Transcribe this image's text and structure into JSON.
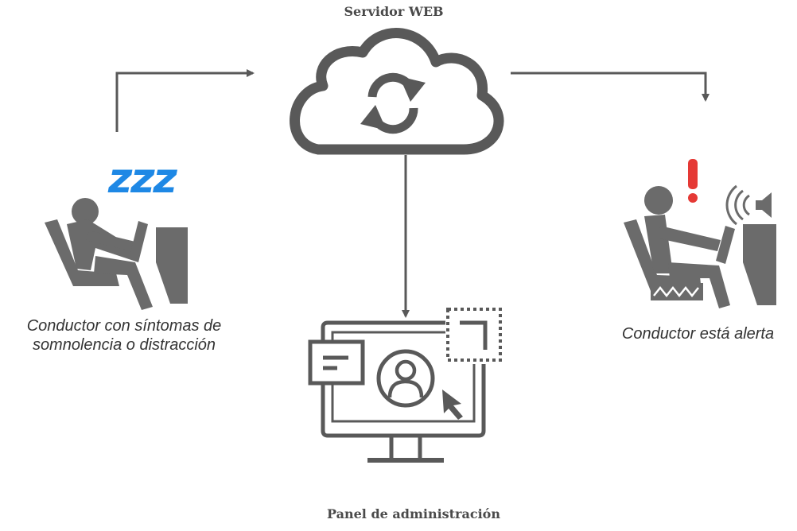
{
  "diagram": {
    "server": {
      "title": "Servidor WEB",
      "icon": "cloud-sync-icon"
    },
    "admin_panel": {
      "title": "Panel de administración",
      "icon": "monitor-user-icon"
    },
    "drowsy_driver": {
      "label_line1": "Conductor con síntomas de",
      "label_line2": "somnolencia o distracción",
      "sleep_text": "zzz",
      "icon": "drowsy-driver-icon"
    },
    "alert_driver": {
      "label": "Conductor está alerta",
      "alert_mark": "!",
      "icon": "alert-driver-icon"
    },
    "colors": {
      "stroke": "#595959",
      "icon_gray": "#6b6b6b",
      "zzz_blue": "#1e88e5",
      "alert_red": "#e53935"
    }
  }
}
